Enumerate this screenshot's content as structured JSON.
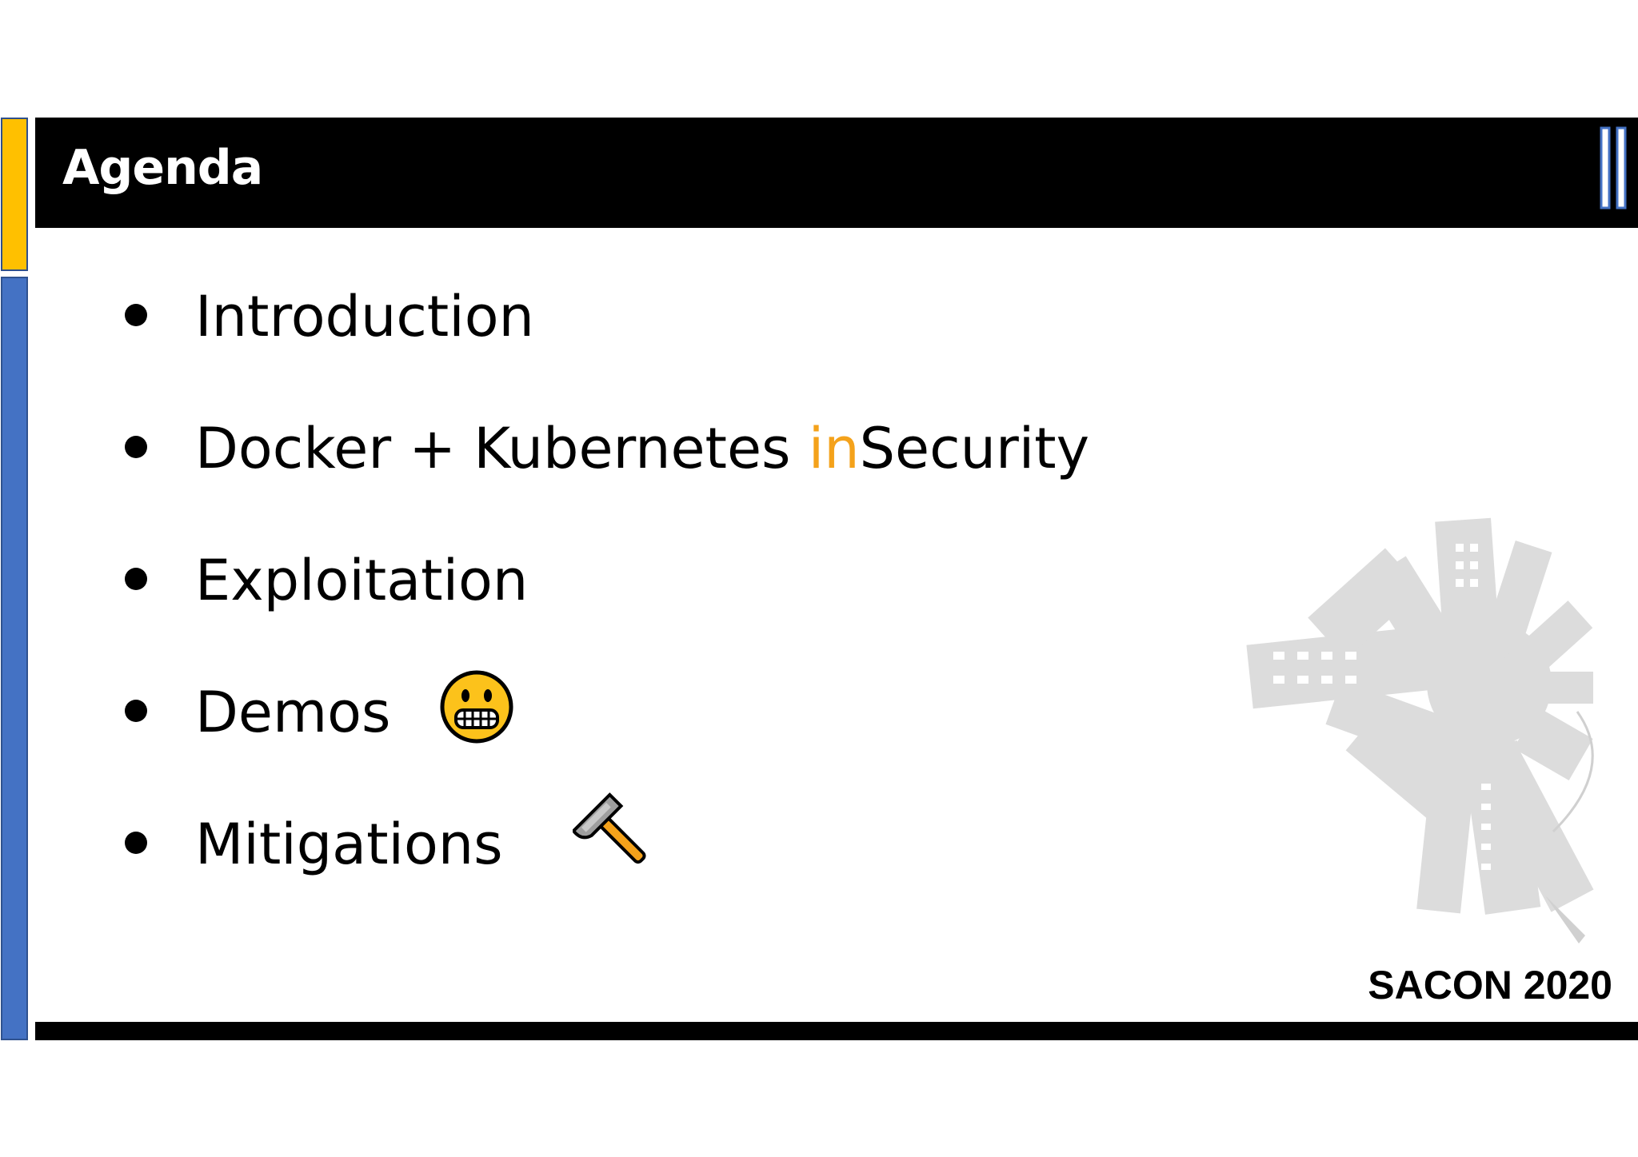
{
  "slide": {
    "title": "Agenda",
    "footer": "SACON 2020",
    "accent_colors": {
      "yellow": "#ffc000",
      "blue": "#4472c4",
      "highlight_orange": "#f4a21b"
    }
  },
  "bullets": [
    {
      "text": "Introduction"
    },
    {
      "before": "Docker + Kubernetes ",
      "highlight": "in",
      "after": "Security"
    },
    {
      "text": "Exploitation"
    },
    {
      "text": "Demos",
      "icon": "grinning-face-icon"
    },
    {
      "text": "Mitigations",
      "icon": "hammer-icon"
    }
  ]
}
